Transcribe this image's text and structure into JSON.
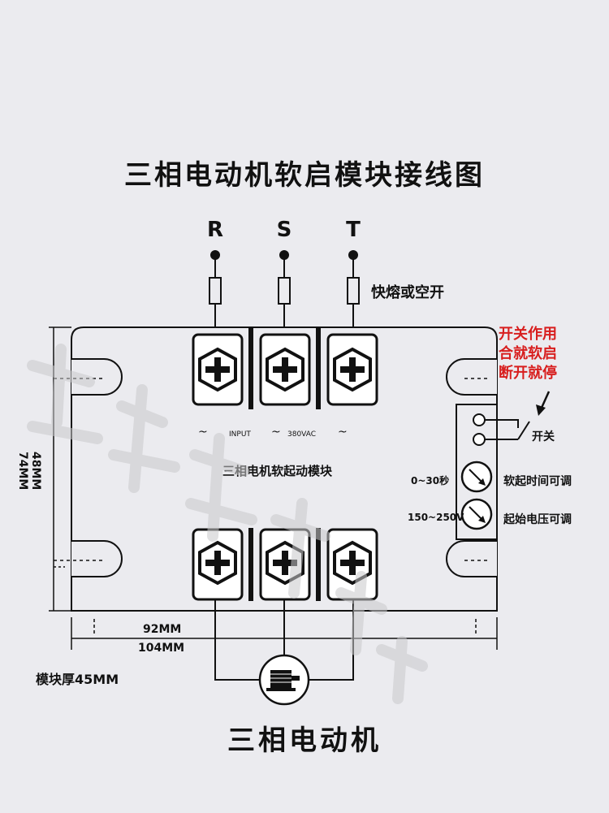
{
  "title": "三相电动机软启模块接线图",
  "phases": [
    "R",
    "S",
    "T"
  ],
  "fuse_label": "快熔或空开",
  "note": [
    "开关作用",
    "合就软启",
    "断开就停"
  ],
  "switch_label": "开关",
  "module_name": "三相电机软起动模块",
  "input_label": "INPUT",
  "voltage_label": "380VAC",
  "tilde": "~",
  "soft_start_range": "0~30秒",
  "soft_start_label": "软起时间可调",
  "start_voltage_range": "150~250V",
  "start_voltage_label": "起始电压可调",
  "dimensions": {
    "height_inner": "48MM",
    "height_outer": "74MM",
    "width_inner": "92MM",
    "width_outer": "104MM",
    "thickness": "模块厚45MM"
  },
  "motor_label": "三相电动机",
  "colors": {
    "note": "#d81e1e",
    "background": "#ebebef",
    "line": "#111111"
  }
}
